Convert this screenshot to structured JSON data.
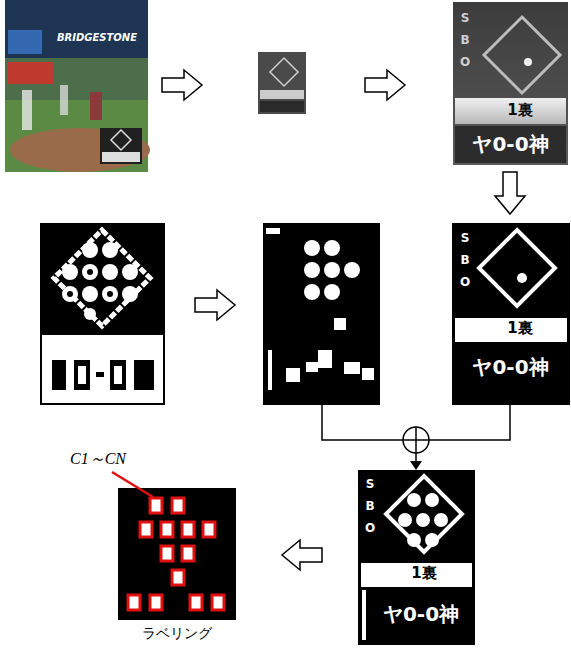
{
  "diagram": {
    "labels": [
      "BRIDGESTONE",
      "S",
      "B",
      "O",
      "1裏",
      "ヤ0-0神",
      "S",
      "B",
      "O",
      "1裏",
      "ヤ0-0神",
      "S",
      "B",
      "O",
      "1裏",
      "ヤ0-0神",
      "C1～CN",
      "ラベリング"
    ]
  }
}
